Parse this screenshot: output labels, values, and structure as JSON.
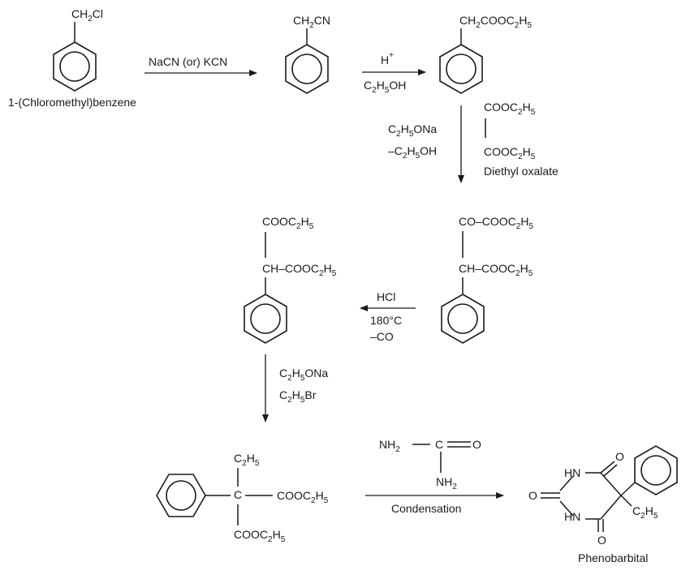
{
  "compounds": {
    "benzyl_chloride": {
      "sub": "CH",
      "sub_n": "2",
      "sub_rest": "Cl",
      "name": "1-(Chloromethyl)benzene"
    },
    "benzyl_cyanide": {
      "sub": "CH",
      "sub_n": "2",
      "sub_rest": "CN"
    },
    "ethyl_phenylacetate": {
      "a": "CH",
      "n1": "2",
      "b": "COOC",
      "n2": "2",
      "c": "H",
      "n3": "5"
    },
    "diethyl_oxalate": {
      "ester": "COOC",
      "n1": "2",
      "h": "H",
      "n2": "5",
      "name": "Diethyl oxalate"
    },
    "oxalyl_intermediate": {
      "top_a": "CO–COOC",
      "mid_a": "CH–COOC",
      "n1": "2",
      "h": "H",
      "n2": "5"
    },
    "phenylmalonate": {
      "top_a": "COOC",
      "mid_a": "CH–COOC",
      "n1": "2",
      "h": "H",
      "n2": "5"
    },
    "ethylphenylmalonate": {
      "et_c": "C",
      "et_n1": "2",
      "et_h": "H",
      "et_n2": "5",
      "center": "C",
      "ester": "COOC",
      "n1": "2",
      "h": "H",
      "n2": "5"
    },
    "urea": {
      "nh": "NH",
      "n": "2",
      "co": "C",
      "o": "O"
    },
    "phenobarbital": {
      "hn": "HN",
      "o": "O",
      "et_c": "C",
      "n1": "2",
      "et_h": "H",
      "n2": "5",
      "name": "Phenobarbital"
    }
  },
  "reagents": {
    "step1": "NaCN (or) KCN",
    "step2_top": "H",
    "step2_top_sup": "+",
    "step2_bottom_c": "C",
    "step2_bottom_n1": "2",
    "step2_bottom_h": "H",
    "step2_bottom_n2": "5",
    "step2_bottom_rest": "OH",
    "step3_a_c": "C",
    "step3_a_rest": "ONa",
    "step3_b_prefix": "–C",
    "step3_b_rest": "OH",
    "step4_a": "HCl",
    "step4_b": "180°C",
    "step4_c": "–CO",
    "step5_a_rest": "ONa",
    "step5_b_rest": "Br",
    "step6": "Condensation"
  }
}
